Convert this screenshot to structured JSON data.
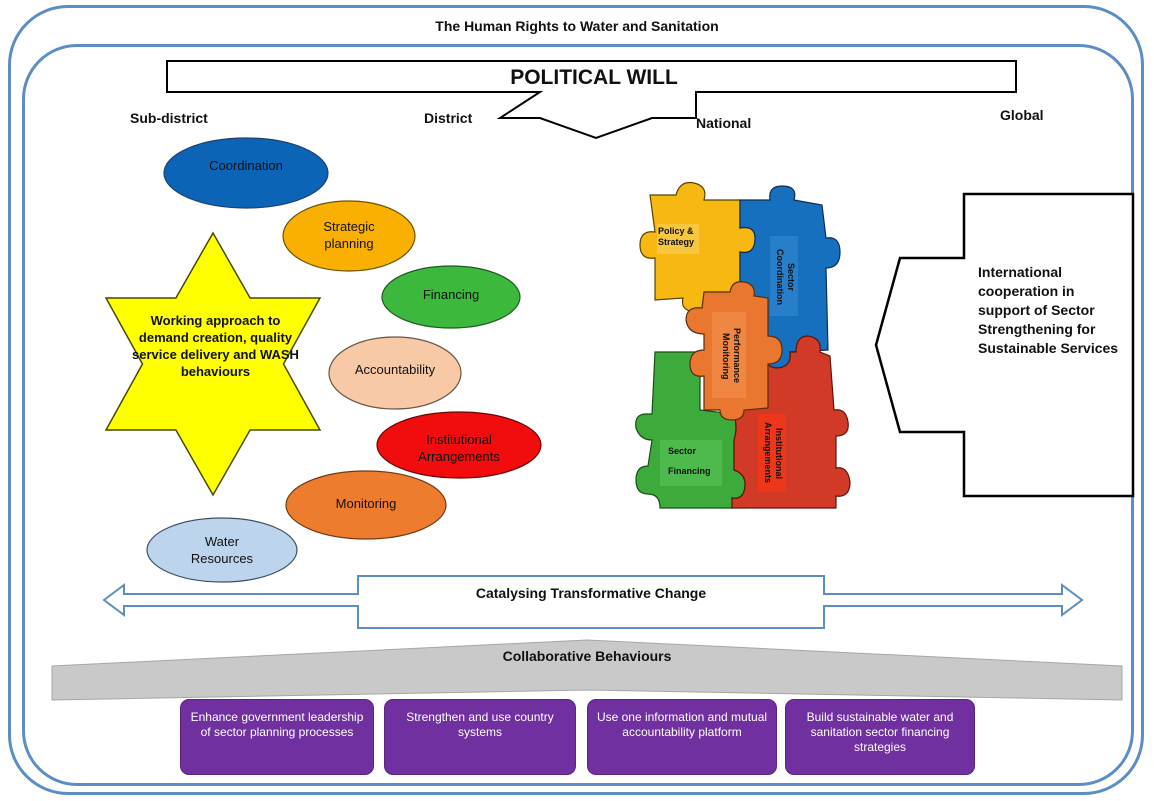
{
  "title": "The Human Rights to Water and Sanitation",
  "political_will": "POLITICAL WILL",
  "levels": {
    "sub_district": "Sub-district",
    "district": "District",
    "national": "National",
    "global": "Global"
  },
  "star_text": "Working approach to demand creation, quality service delivery and WASH behaviours",
  "ellipses": [
    {
      "label": "Coordination",
      "color": "#0b64b5"
    },
    {
      "label": "Strategic planning",
      "color": "#f9b000"
    },
    {
      "label": "Financing",
      "color": "#3cb83c"
    },
    {
      "label": "Accountability",
      "color": "#f7c9a6"
    },
    {
      "label": "Institutional Arrangements",
      "color": "#f10d0d"
    },
    {
      "label": "Monitoring",
      "color": "#ee7c2e"
    },
    {
      "label": "Water Resources",
      "color": "#bcd4ec"
    }
  ],
  "puzzle": {
    "policy": "Policy & Strategy",
    "coordination": "Sector Coordination",
    "performance": "Performance Monitoring",
    "financing_1": "Sector",
    "financing_2": "Financing",
    "institutional": "Institutional Arrangements"
  },
  "international": "International cooperation in support of Sector Strengthening for Sustainable Services",
  "catalysing": "Catalysing Transformative Change",
  "collaborative": "Collaborative Behaviours",
  "behaviours": [
    "Enhance government leadership of sector planning processes",
    "Strengthen and use country systems",
    "Use one information and mutual accountability platform",
    "Build sustainable water and sanitation sector financing strategies"
  ],
  "colors": {
    "frame": "#5b8ec4",
    "star": "#ffff00",
    "behaviour_box": "#7030a0",
    "wedge": "#c9c9c9"
  }
}
